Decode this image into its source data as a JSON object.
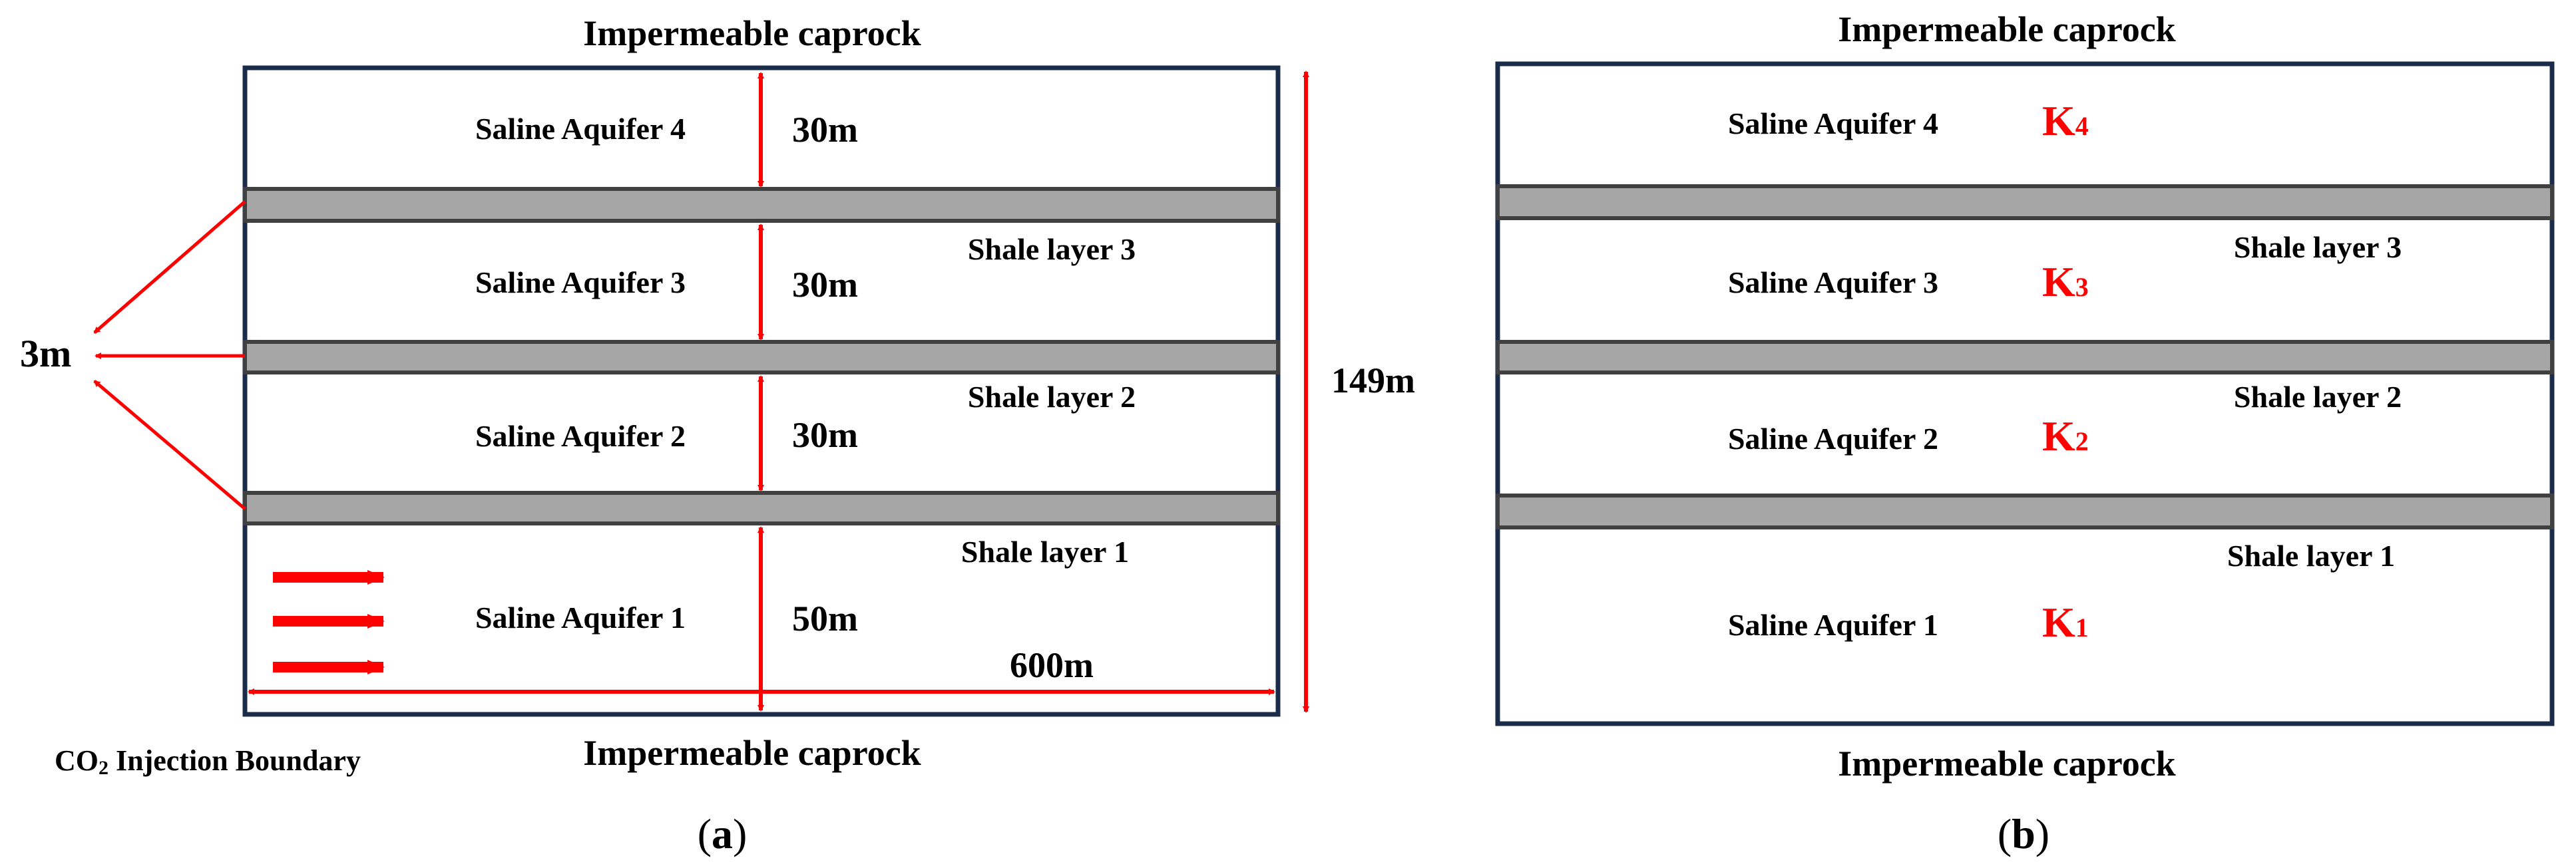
{
  "colors": {
    "frame": "#1a2c4a",
    "shale_fill": "#a6a6a6",
    "shale_border": "#404040",
    "annotation": "#ff0000",
    "text": "#000000"
  },
  "panel_a": {
    "top_label": "Impermeable caprock",
    "bottom_label": "Impermeable caprock",
    "caption_open": "(",
    "caption_letter": "a",
    "caption_close": ")",
    "aquifer_4": "Saline Aquifer 4",
    "aquifer_3": "Saline Aquifer 3",
    "aquifer_2": "Saline Aquifer 2",
    "aquifer_1": "Saline Aquifer 1",
    "shale_3": "Shale layer 3",
    "shale_2": "Shale layer 2",
    "shale_1": "Shale layer 1",
    "thickness_4": "30m",
    "thickness_3": "30m",
    "thickness_2": "30m",
    "thickness_1": "50m",
    "width": "600m",
    "total_height": "149m",
    "shale_thickness": "3m",
    "injection_co": "CO",
    "injection_sub": "2",
    "injection_rest": " Injection Boundary"
  },
  "panel_b": {
    "top_label": "Impermeable caprock",
    "bottom_label": "Impermeable caprock",
    "caption_open": "(",
    "caption_letter": "b",
    "caption_close": ")",
    "aquifer_4": "Saline Aquifer 4",
    "aquifer_3": "Saline Aquifer 3",
    "aquifer_2": "Saline Aquifer 2",
    "aquifer_1": "Saline Aquifer 1",
    "shale_3": "Shale layer 3",
    "shale_2": "Shale layer 2",
    "shale_1": "Shale layer 1",
    "k4_main": "K",
    "k4_sub": "4",
    "k3_main": "K",
    "k3_sub": "3",
    "k2_main": "K",
    "k2_sub": "2",
    "k1_main": "K",
    "k1_sub": "1"
  }
}
